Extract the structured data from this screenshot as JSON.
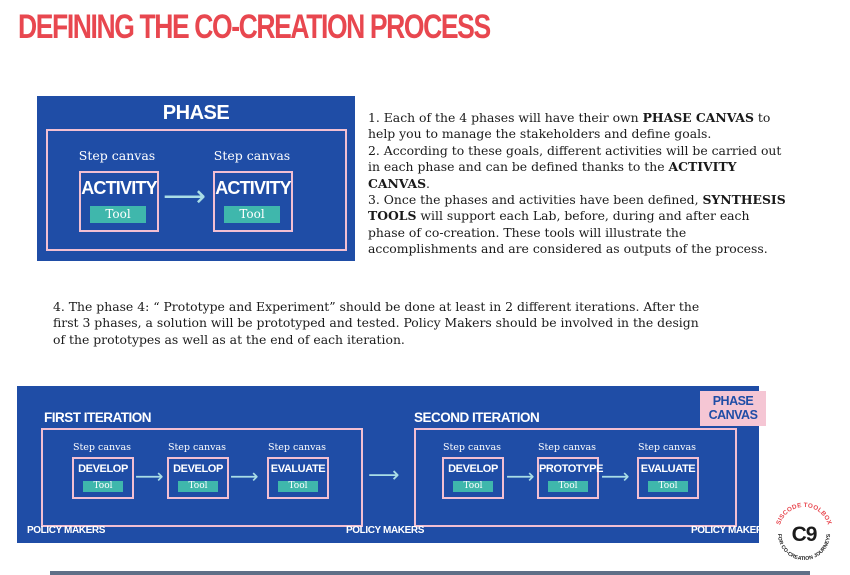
{
  "title": "DEFINING THE CO-CREATION PROCESS",
  "phase_panel": {
    "title": "PHASE",
    "steps": [
      {
        "label": "Step canvas",
        "activity": "ACTIVITY",
        "tool": "Tool"
      },
      {
        "label": "Step canvas",
        "activity": "ACTIVITY",
        "tool": "Tool"
      }
    ]
  },
  "paragraphs": {
    "p1_pre": "1. Each of the 4 phases will have their own ",
    "p1_bold": "PHASE CANVAS",
    "p1_post": "  to help you to manage the stakeholders and define goals.",
    "p2_pre": "2. According to these goals, different activities will be carried out in each phase and can be defined thanks to the ",
    "p2_bold": "ACTIVITY CANVAS",
    "p2_post": ".",
    "p3_pre": "3.  Once the phases and activities have been defined, ",
    "p3_bold": "SYNTHESIS TOOLS",
    "p3_post": " will support each Lab, before, during and after each phase of co-creation. These tools will illustrate the accomplishments and are considered as outputs of the process.",
    "p4": "4. The phase 4: “ Prototype and Experiment” should be done at least in 2 different iterations. After the first 3 phases, a solution will be prototyped and tested. Policy Makers should be involved in the design of the prototypes as well as at the end of each iteration."
  },
  "iterations_panel": {
    "canvas_tag": "PHASE CANVAS",
    "first": {
      "title": "FIRST ITERATION",
      "steps": [
        {
          "label": "Step canvas",
          "activity": "DEVELOP",
          "tool": "Tool"
        },
        {
          "label": "Step canvas",
          "activity": "DEVELOP",
          "tool": "Tool"
        },
        {
          "label": "Step canvas",
          "activity": "EVALUATE",
          "tool": "Tool"
        }
      ]
    },
    "second": {
      "title": "SECOND ITERATION",
      "steps": [
        {
          "label": "Step canvas",
          "activity": "DEVELOP",
          "tool": "Tool"
        },
        {
          "label": "Step canvas",
          "activity": "PROTOTYPE",
          "tool": "Tool"
        },
        {
          "label": "Step canvas",
          "activity": "EVALUATE",
          "tool": "Tool"
        }
      ]
    },
    "policy_makers": [
      "POLICY MAKERS",
      "POLICY MAKERS",
      "POLICY MAKERS"
    ]
  },
  "logo": {
    "top_text": "SISCODE TOOLBOX",
    "center": "C9",
    "bottom_text": "FOR CO-CREATION JOURNEYS"
  },
  "colors": {
    "title_red": "#e8474f",
    "panel_blue": "#1f4da6",
    "tool_teal": "#3fb7ac",
    "pink": "#f2bfd2"
  }
}
